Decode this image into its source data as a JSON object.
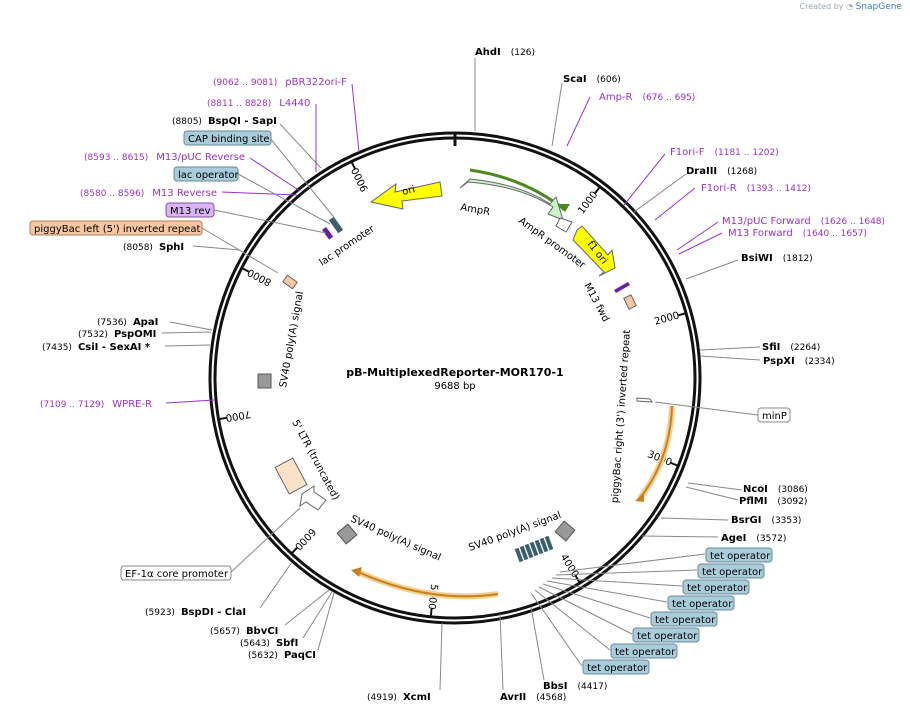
{
  "credit": {
    "prefix": "Created by",
    "brand": "SnapGene"
  },
  "plasmid": {
    "name": "pB-MultiplexedReporter-MOR170-1",
    "size_label": "9688 bp",
    "length": 9688
  },
  "ticks": [
    {
      "label": "1000",
      "pos": 1000
    },
    {
      "label": "2000",
      "pos": 2000
    },
    {
      "label": "3000",
      "pos": 3000
    },
    {
      "label": "4000",
      "pos": 4000
    },
    {
      "label": "5000",
      "pos": 5000
    },
    {
      "label": "6000",
      "pos": 6000
    },
    {
      "label": "7000",
      "pos": 7000
    },
    {
      "label": "8000",
      "pos": 8000
    },
    {
      "label": "9000",
      "pos": 9000
    }
  ],
  "enzymes": [
    {
      "name": "AhdI",
      "coord": "(126)",
      "pos": 126
    },
    {
      "name": "ScaI",
      "coord": "(606)",
      "pos": 606
    },
    {
      "name": "DraIII",
      "coord": "(1268)",
      "pos": 1268
    },
    {
      "name": "BsiWI",
      "coord": "(1812)",
      "pos": 1812
    },
    {
      "name": "SfiI",
      "coord": "(2264)",
      "pos": 2264
    },
    {
      "name": "PspXI",
      "coord": "(2334)",
      "pos": 2334
    },
    {
      "name": "NcoI",
      "coord": "(3086)",
      "pos": 3086
    },
    {
      "name": "PflMI",
      "coord": "(3092)",
      "pos": 3092
    },
    {
      "name": "BsrGI",
      "coord": "(3353)",
      "pos": 3353
    },
    {
      "name": "AgeI",
      "coord": "(3572)",
      "pos": 3572
    },
    {
      "name": "BbsI",
      "coord": "(4417)",
      "pos": 4417
    },
    {
      "name": "AvrII",
      "coord": "(4568)",
      "pos": 4568
    },
    {
      "name": "XcmI",
      "coord": "(4919)",
      "pos": 4919
    },
    {
      "name": "PaqCI",
      "coord": "(5632)",
      "pos": 5632
    },
    {
      "name": "SbfI",
      "coord": "(5643)",
      "pos": 5643
    },
    {
      "name": "BbvCI",
      "coord": "(5657)",
      "pos": 5657
    },
    {
      "name": "BspDI - ClaI",
      "coord": "(5923)",
      "pos": 5923
    },
    {
      "name": "CsiI - SexAI *",
      "coord": "(7435)",
      "pos": 7435
    },
    {
      "name": "PspOMI",
      "coord": "(7532)",
      "pos": 7532
    },
    {
      "name": "ApaI",
      "coord": "(7536)",
      "pos": 7536
    },
    {
      "name": "SphI",
      "coord": "(8058)",
      "pos": 8058
    },
    {
      "name": "BspQI - SapI",
      "coord": "(8805)",
      "pos": 8805
    }
  ],
  "primers": [
    {
      "name": "Amp-R",
      "coord": "(676 .. 695)",
      "pos": 685
    },
    {
      "name": "F1ori-F",
      "coord": "(1181 .. 1202)",
      "pos": 1191
    },
    {
      "name": "F1ori-R",
      "coord": "(1393 .. 1412)",
      "pos": 1402
    },
    {
      "name": "M13/pUC Forward",
      "coord": "(1626 .. 1648)",
      "pos": 1637
    },
    {
      "name": "M13 Forward",
      "coord": "(1640 .. 1657)",
      "pos": 1648
    },
    {
      "name": "WPRE-R",
      "coord": "(7109 .. 7129)",
      "pos": 7119
    },
    {
      "name": "M13 Reverse",
      "coord": "(8580 .. 8596)",
      "pos": 8588
    },
    {
      "name": "M13/pUC Reverse",
      "coord": "(8593 .. 8615)",
      "pos": 8604
    },
    {
      "name": "L4440",
      "coord": "(8811 .. 8828)",
      "pos": 8819
    },
    {
      "name": "pBR322ori-F",
      "coord": "(9062 .. 9081)",
      "pos": 9071
    }
  ],
  "callouts": [
    {
      "name": "minP",
      "color": "#ffffff"
    },
    {
      "name": "tet operator",
      "color": "#a8ccd9"
    },
    {
      "name": "EF-1α core promoter",
      "color": "#ffffff"
    },
    {
      "name": "piggyBac left (5') inverted repeat",
      "color": "#f8c6a0"
    },
    {
      "name": "M13 rev",
      "color": "#d8b4f0"
    },
    {
      "name": "lac operator",
      "color": "#a8ccd9"
    },
    {
      "name": "CAP binding site",
      "color": "#a8ccd9"
    }
  ],
  "features": [
    {
      "name": "ori"
    },
    {
      "name": "AmpR"
    },
    {
      "name": "AmpR promoter"
    },
    {
      "name": "f1 ori"
    },
    {
      "name": "M13 fwd"
    },
    {
      "name": "piggyBac right (3') inverted repeat"
    },
    {
      "name": "SV40 poly(A) signal"
    },
    {
      "name": "SV40 poly(A) signal"
    },
    {
      "name": "5' LTR (truncated)"
    },
    {
      "name": "SV40 poly(A) signal"
    },
    {
      "name": "lac promoter"
    }
  ],
  "colors": {
    "enzyme": "#000000",
    "primer": "#9b30c8",
    "ring": "#111111",
    "yellow": "#ffff00",
    "green": "#c8f5c8",
    "orf_green": "#4a8a20",
    "orf_orange": "#c8801e"
  }
}
